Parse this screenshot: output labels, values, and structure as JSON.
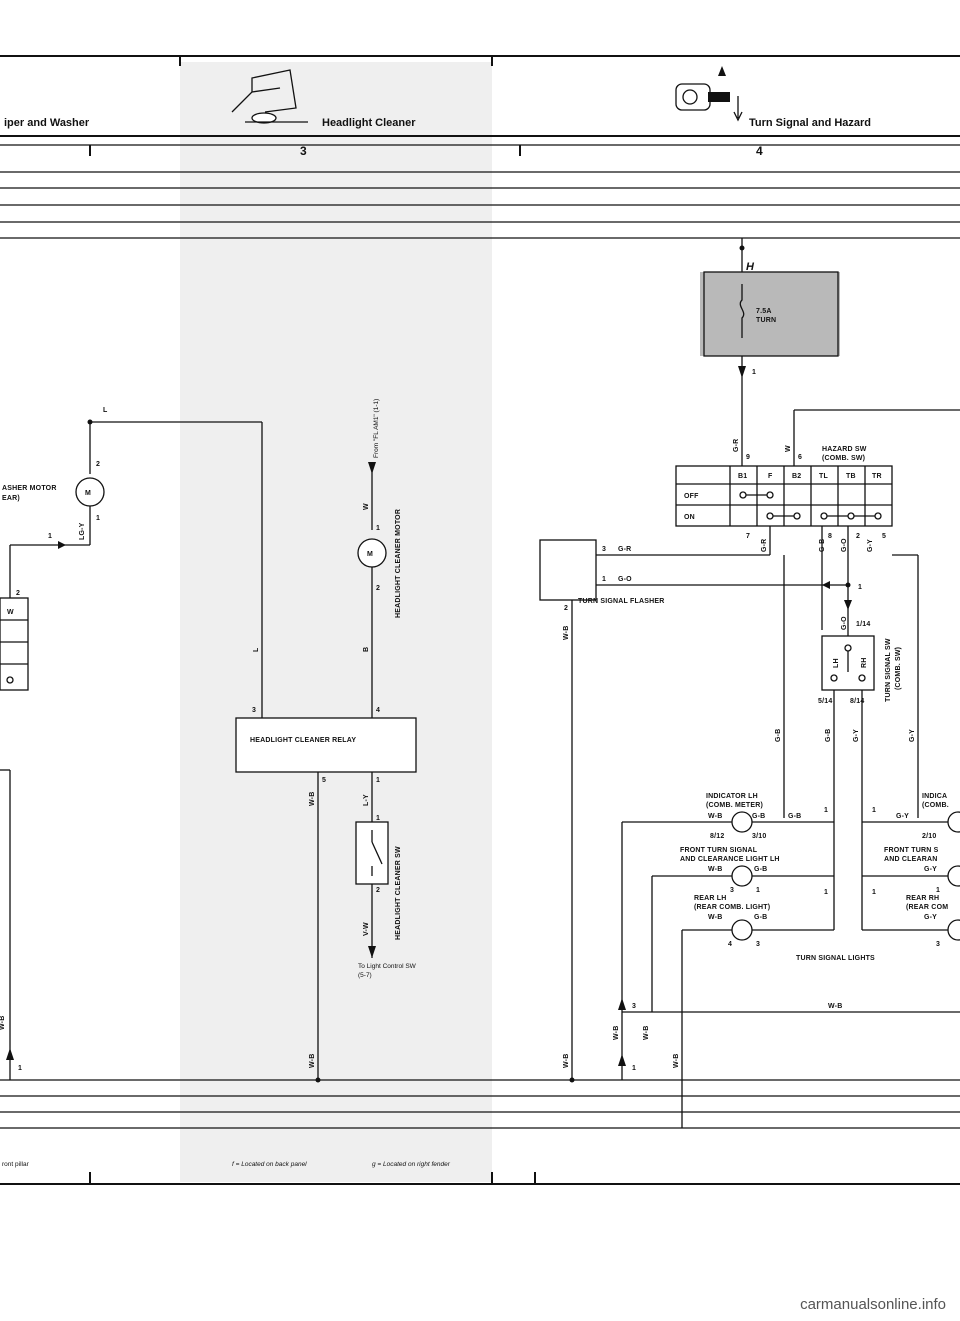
{
  "header": {
    "section_left": "iper and Washer",
    "section_mid": "Headlight Cleaner",
    "section_right": "Turn Signal and Hazard",
    "col_3": "3",
    "col_4": "4"
  },
  "fuse": {
    "ref": "H",
    "rating": "7.5A",
    "name": "TURN"
  },
  "components": {
    "washer_motor": "ASHER MOTOR",
    "washer_motor_sub": "EAR)",
    "headlight_cleaner_motor": "HEADLIGHT CLEANER MOTOR",
    "from_label": "From \"FL AM1\" (1-1)",
    "relay": "HEADLIGHT CLEANER RELAY",
    "cleaner_sw": "HEADLIGHT CLEANER SW",
    "to_light": "To Light Control SW",
    "to_light_ref": "(5-7)",
    "hazard_sw": "HAZARD SW",
    "hazard_sw_sub": "(COMB. SW)",
    "turn_flasher": "TURN SIGNAL FLASHER",
    "turn_sw": "TURN SIGNAL SW",
    "turn_sw_sub": "(COMB. SW)",
    "indicator_lh": "INDICATOR LH",
    "indicator_lh_sub": "(COMB. METER)",
    "indicator_rh": "INDICA",
    "indicator_rh_sub": "(COMB.",
    "front_lh": "FRONT TURN SIGNAL",
    "front_lh_sub": "AND CLEARANCE LIGHT LH",
    "front_rh": "FRONT TURN S",
    "front_rh_sub": "AND CLEARAN",
    "rear_lh": "REAR LH",
    "rear_lh_sub": "(REAR COMB. LIGHT)",
    "rear_rh": "REAR RH",
    "rear_rh_sub": "(REAR COM",
    "turn_lights": "TURN SIGNAL LIGHTS"
  },
  "hazard_table": {
    "headers": [
      "B1",
      "F",
      "B2",
      "TL",
      "TB",
      "TR"
    ],
    "rows": [
      "OFF",
      "ON"
    ]
  },
  "wires": {
    "L": "L",
    "LGY": "LG-Y",
    "W": "W",
    "B": "B",
    "WB": "W-B",
    "LY": "L-Y",
    "VW": "V-W",
    "GR": "G-R",
    "GB": "G-B",
    "GO": "G-O",
    "GY": "G-Y",
    "M": "M",
    "LH": "LH",
    "RH": "RH"
  },
  "pins": {
    "p1": "1",
    "p2": "2",
    "p3": "3",
    "p4": "4",
    "p5": "5",
    "p6": "6",
    "p7": "7",
    "p8": "8",
    "p9": "9",
    "f_814": "8/14",
    "f_514": "5/14",
    "f_114": "1/14",
    "f_812": "8/12",
    "f_310": "3/10",
    "f_210": "2/10"
  },
  "footer": {
    "left": "ront pillar",
    "f_note": "f = Located on back panel",
    "g_note": "g = Located on right fender"
  },
  "watermark": "carmanualsonline.info"
}
